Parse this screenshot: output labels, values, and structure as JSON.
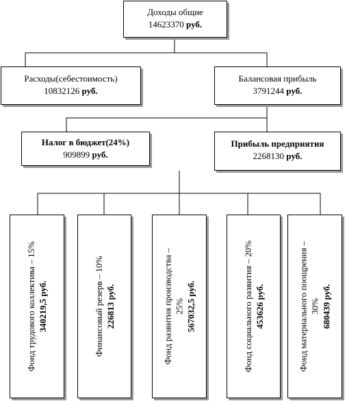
{
  "income_total": {
    "label": "Доходы общие",
    "value": "14623370",
    "unit": "руб."
  },
  "expenses": {
    "label": "Расходы(себестоимость)",
    "value": "10832126",
    "unit": "руб."
  },
  "balance_profit": {
    "label": "Балансовая прибыль",
    "value": "3791244",
    "unit": "руб."
  },
  "budget_tax": {
    "label": "Налог в бюджет(24%)",
    "value": "909899",
    "unit": "руб."
  },
  "enterprise_profit": {
    "label": "Прибыль предприятия",
    "value": "2268130",
    "unit": "руб."
  },
  "funds": [
    {
      "label": "Фонд трудового коллектива – 15%",
      "value": "340219,5 руб."
    },
    {
      "label": "Финансовый резерв – 10%",
      "value": "226813 руб."
    },
    {
      "label": "Фонд развития производства –",
      "label2": "25%",
      "value": "567032,5 руб."
    },
    {
      "label": "Фонд социального развития – 20%",
      "value": "453626 руб."
    },
    {
      "label": "Фонд материального поощрения –",
      "label2": "30%",
      "value": "680439 руб."
    }
  ]
}
